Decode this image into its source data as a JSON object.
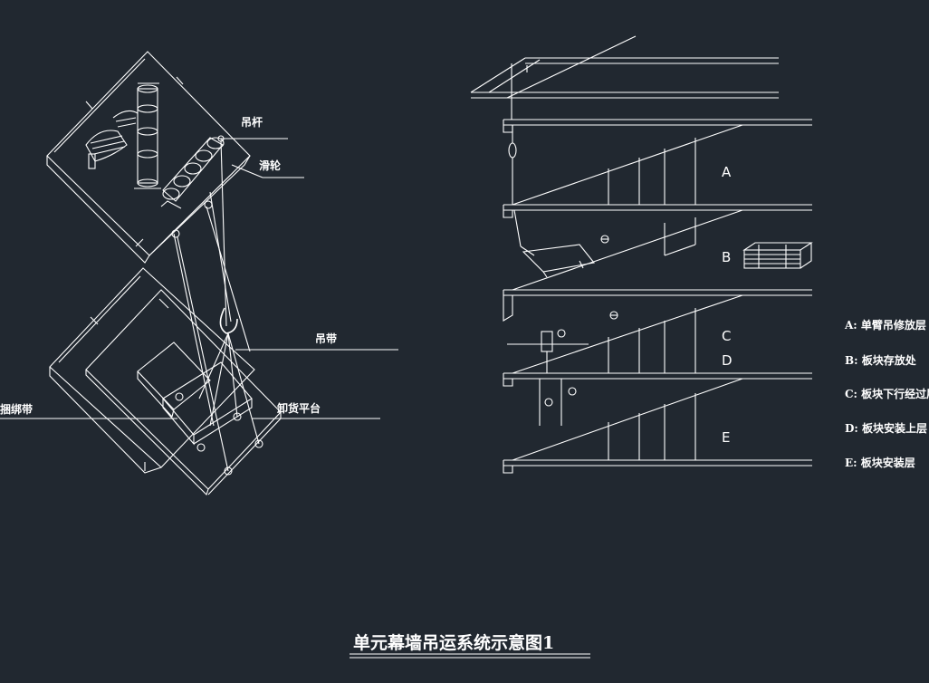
{
  "title": "单元幕墙吊运系统示意图1",
  "left_labels": {
    "boom": "吊杆",
    "pulley": "滑轮",
    "sling": "吊带",
    "unloading_platform": "卸货平台",
    "binding_strap": "捆绑带"
  },
  "floors": [
    "A",
    "B",
    "C",
    "D",
    "E"
  ],
  "legend": [
    "A: 单臂吊修放层",
    "B: 板块存放处",
    "C: 板块下行经过层面",
    "D: 板块安装上层",
    "E: 板块安装层"
  ]
}
